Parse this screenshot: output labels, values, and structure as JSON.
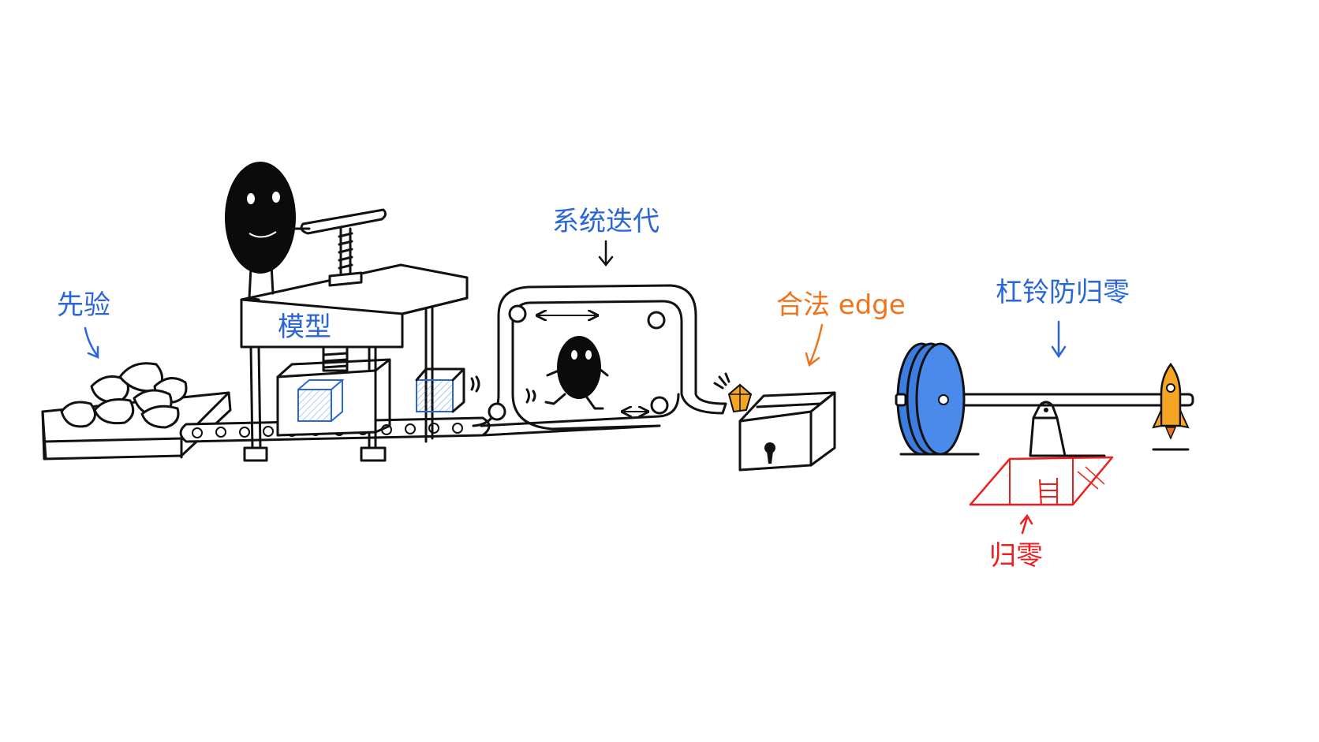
{
  "labels": {
    "prior": "先验",
    "model": "模型",
    "iteration": "系统迭代",
    "edge": "合法 edge",
    "barbell": "杠铃防归零",
    "zero": "归零"
  },
  "colors": {
    "blue": "#2a66d6",
    "orange": "#f0741e",
    "red": "#ec1f1f",
    "ink": "#111111",
    "weight_blue": "#3d7de0"
  },
  "icons": [
    "rock-pile-icon",
    "press-machine-icon",
    "blob-character-icon",
    "cube-icon",
    "conveyor-belt-icon",
    "treadmill-loop-icon",
    "running-figure-icon",
    "gem-icon",
    "locked-box-icon",
    "barbell-icon",
    "rocket-icon",
    "trapdoor-icon",
    "ladder-icon",
    "arrow-down-icon",
    "arrow-up-icon"
  ]
}
